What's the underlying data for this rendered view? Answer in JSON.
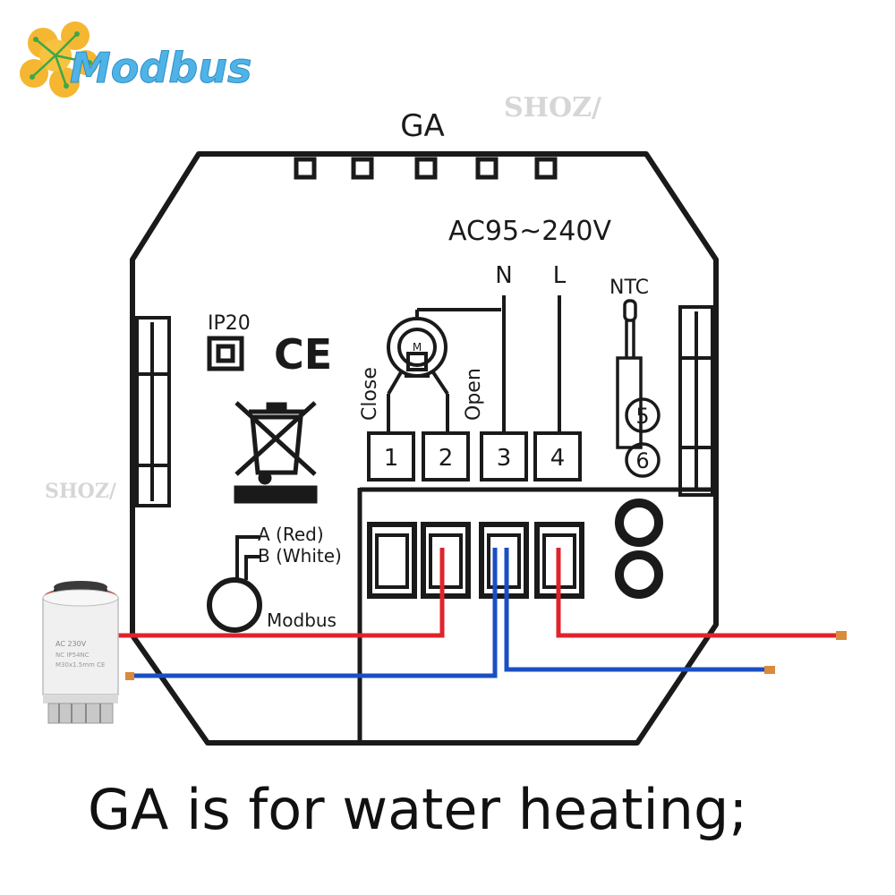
{
  "logo": {
    "text": "Modbus",
    "color": "#4fb3e8",
    "flower_color": "#f5b731"
  },
  "watermark": "SHOZ/",
  "device": {
    "model": "GA",
    "voltage": "AC95~240V",
    "ip_rating": "IP20",
    "ce_mark": "CE",
    "n_label": "N",
    "l_label": "L",
    "ntc_label": "NTC",
    "close_label": "Close",
    "open_label": "Open",
    "terminals": [
      "1",
      "2",
      "3",
      "4"
    ],
    "ntc_terminals": [
      "5",
      "6"
    ],
    "modbus_a": "A (Red)",
    "modbus_b": "B (White)",
    "modbus_label": "Modbus"
  },
  "actuator": {
    "line1": "AC 230V",
    "line2": "NC  IP54NC",
    "line3": "M30x1.5mm CE"
  },
  "wire_colors": {
    "red": "#e0232b",
    "blue": "#1a4fc4",
    "copper": "#d98a3c"
  },
  "caption": "GA is for water heating;"
}
